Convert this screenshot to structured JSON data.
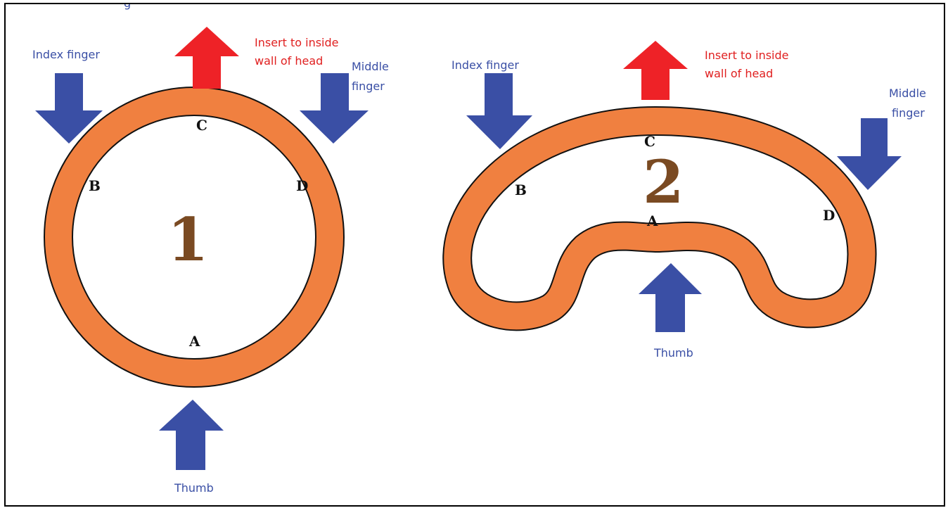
{
  "colors": {
    "ring_fill": "#f08040",
    "ring_outline": "#111111",
    "finger_arrow": "#3a4fa5",
    "insert_arrow": "#ee2227",
    "label_blue": "#3a4fa5",
    "label_red": "#e02020",
    "number": "#7a4a22"
  },
  "top_clipped_text": "g",
  "panel1": {
    "number": "1",
    "index_finger": "Index finger",
    "middle_finger_line1": "Middle",
    "middle_finger_line2": "finger",
    "insert_line1": "Insert to inside",
    "insert_line2": "wall of head",
    "thumb": "Thumb",
    "point_a": "A",
    "point_b": "B",
    "point_c": "C",
    "point_d": "D"
  },
  "panel2": {
    "number": "2",
    "index_finger": "Index finger",
    "middle_finger_line1": "Middle",
    "middle_finger_line2": "finger",
    "insert_line1": "Insert to inside",
    "insert_line2": "wall of head",
    "thumb": "Thumb",
    "point_a": "A",
    "point_b": "B",
    "point_c": "C",
    "point_d": "D"
  },
  "icons": [
    "arrow-down-icon",
    "arrow-up-icon"
  ]
}
